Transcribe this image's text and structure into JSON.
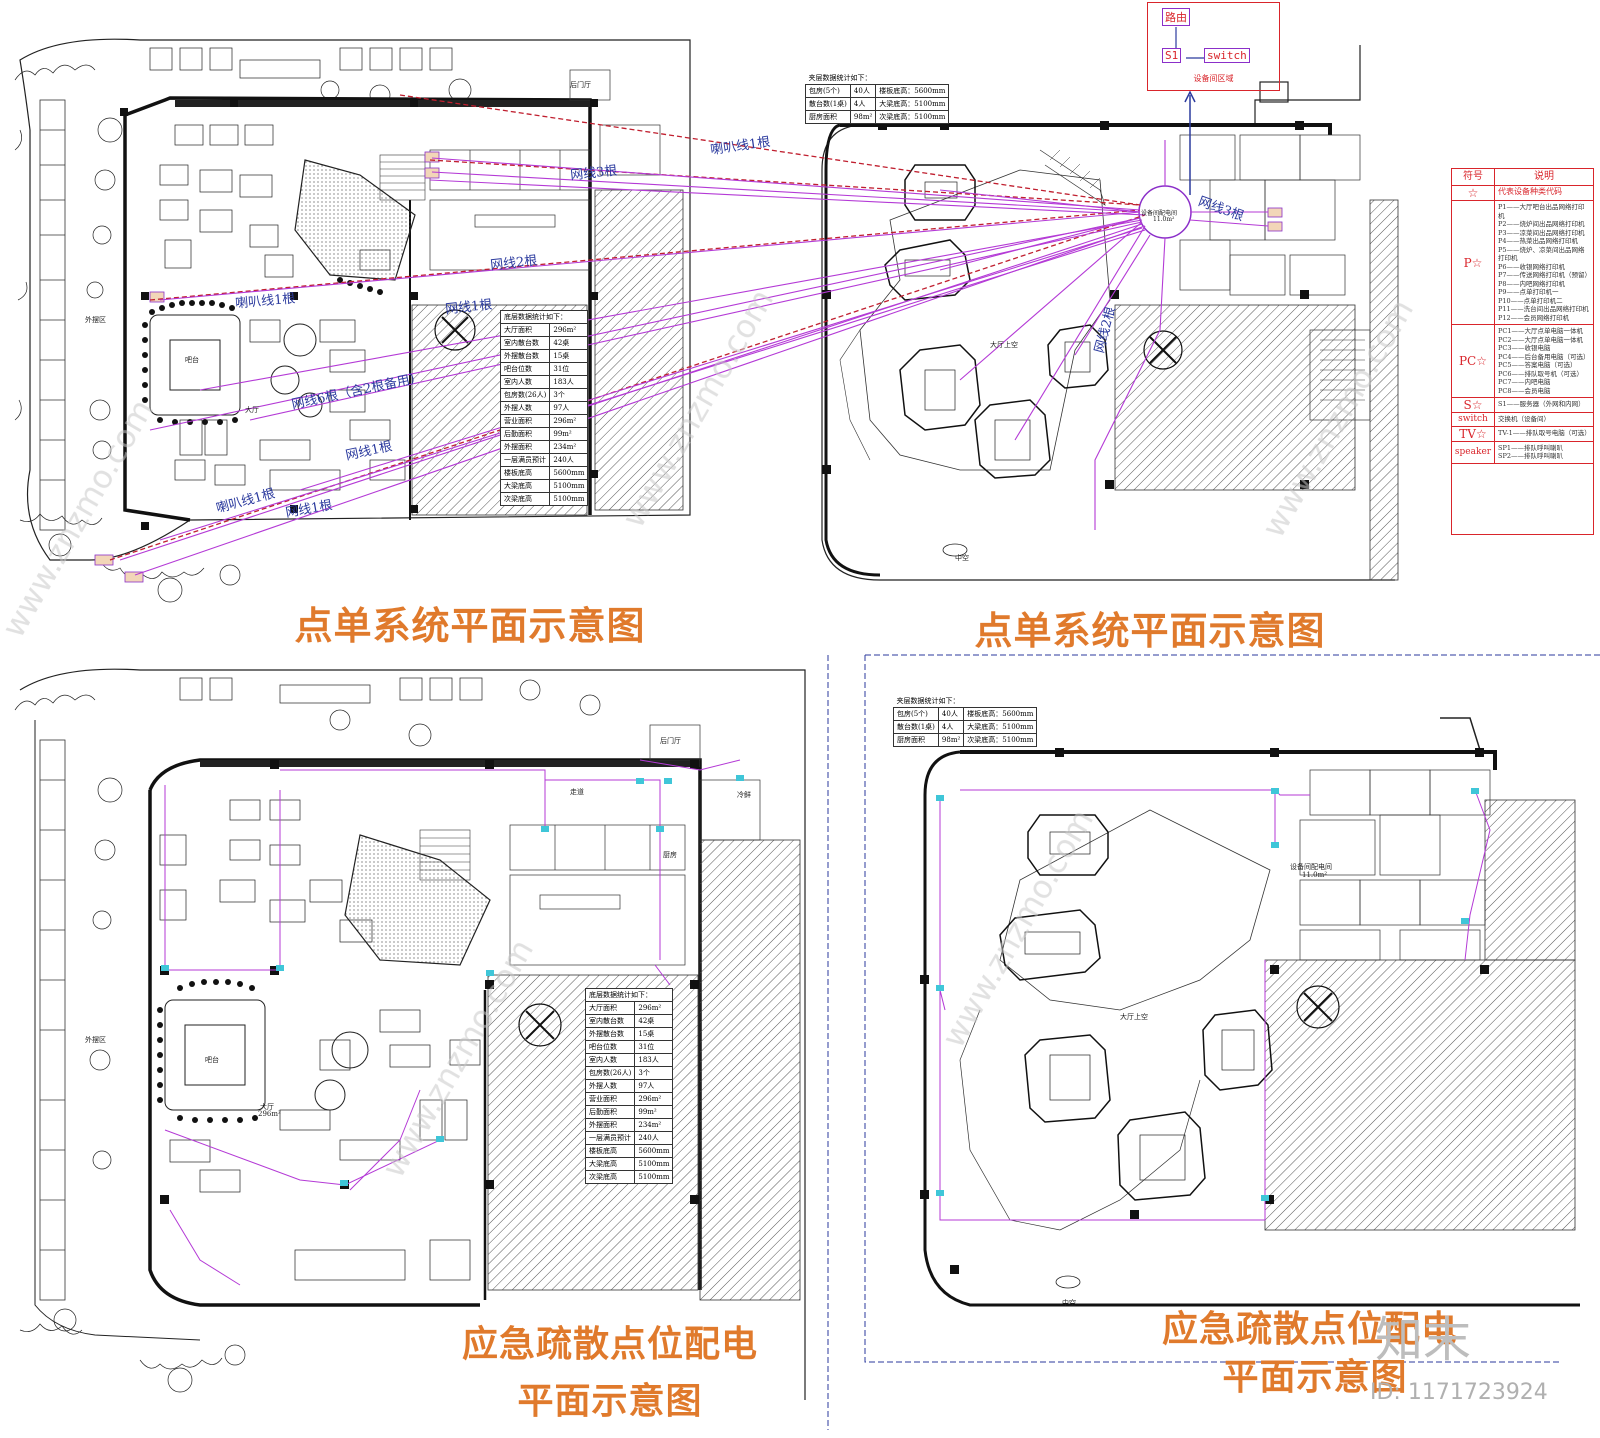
{
  "titles": {
    "top_left": "点单系统平面示意图",
    "top_right": "点单系统平面示意图",
    "bottom_left_1": "应急疏散点位配电",
    "bottom_left_2": "平面示意图",
    "bottom_right_1": "应急疏散点位配电",
    "bottom_right_2": "平面示意图"
  },
  "annotations": {
    "speaker_1": "喇叭线1根",
    "speaker_2": "喇叭线1根",
    "speaker_3": "喇叭线1根",
    "net_3a": "网线3根",
    "net_3b": "网线3根",
    "net_2": "网线2根",
    "net_1": "网线1根",
    "net_6": "网线6根（含2根备用）",
    "net_1b": "网线1根",
    "net_2b": "网线2根",
    "net_1c": "网线1根",
    "equip_room": "设备间配电间",
    "equip_area": "11.0m²",
    "hall": "大厅",
    "hall_area": "296m²",
    "bar": "吧台",
    "hall_void": "大厅上空",
    "equip_room_b": "设备间配电间",
    "equip_area_b": "11.0m²",
    "corridor": "走道",
    "kitchen": "厨房",
    "cold": "冷鲜",
    "backdoor": "后门厅",
    "zhongkong": "中空",
    "outdoor_area": "外摆区"
  },
  "router_box": {
    "router": "路由",
    "s1": "S1",
    "switch": "switch",
    "area": "设备间区域"
  },
  "legend": {
    "head_sym": "符号",
    "head_desc": "说明",
    "rows": [
      {
        "sym": "☆",
        "desc": [
          "代表设备种类代码"
        ]
      },
      {
        "sym": "P☆",
        "desc": [
          "P1——大厅吧台出品网络打印机",
          "P2——烧炉间出品网络打印机",
          "P3——凉菜间出品网络打印机",
          "P4——热菜出品网络打印机",
          "P5——烧炉、凉菜间出品网络打印机",
          "P6——收银网络打印机",
          "P7——传送网络打印机（预留）",
          "P8——内吧网络打印机",
          "P9——点单打印机一",
          "P10——点单打印机二",
          "P11——洗台间出品网络打印机",
          "P12——会员网络打印机"
        ]
      },
      {
        "sym": "PC☆",
        "desc": [
          "PC1——大厅点单电脑一体机",
          "PC2——大厅点单电脑一体机",
          "PC3——收银电脑",
          "PC4——后台备用电脑（可选）",
          "PC5——答案电脑（可选）",
          "PC6——排队取号机（可选）",
          "PC7——内吧电脑",
          "PC8——会员电脑"
        ]
      },
      {
        "sym": "S☆",
        "desc": [
          "S1——服务器（外网和内网）"
        ]
      },
      {
        "sym": "switch",
        "desc": [
          "交换机（设备间）"
        ]
      },
      {
        "sym": "TV☆",
        "desc": [
          "TV-1——排队取号电脑（可选）"
        ]
      },
      {
        "sym": "speaker",
        "desc": [
          "SP1——排队呼叫喇叭",
          "SP2——排队呼叫喇叭"
        ]
      }
    ]
  },
  "stats_ground": {
    "title": "底层数据统计如下：",
    "rows": [
      [
        "大厅面积",
        "296m²"
      ],
      [
        "室内散台数",
        "42桌"
      ],
      [
        "外摆散台数",
        "15桌"
      ],
      [
        "吧台位数",
        "31位"
      ],
      [
        "室内人数",
        "183人"
      ],
      [
        "包房数(26人)",
        "3个"
      ],
      [
        "外摆人数",
        "97人"
      ],
      [
        "营业面积",
        "296m²"
      ],
      [
        "后勤面积",
        "99m²"
      ],
      [
        "外摆面积",
        "234m²"
      ],
      [
        "一层满员预计",
        "240人"
      ],
      [
        "楼板底高",
        "5600mm"
      ],
      [
        "大梁底高",
        "5100mm"
      ],
      [
        "次梁底高",
        "5100mm"
      ]
    ]
  },
  "stats_upper": {
    "title": "夹层数据统计如下：",
    "rows": [
      [
        "包房(5个)",
        "40人",
        "楼板底高：5600mm"
      ],
      [
        "散台数(1桌)",
        "4人",
        "大梁底高：5100mm"
      ],
      [
        "厨房面积",
        "98m²",
        "次梁底高：5100mm"
      ]
    ]
  },
  "watermark": {
    "site": "www.znzmo.com",
    "logo": "知末",
    "id": "ID: 1171723924"
  }
}
